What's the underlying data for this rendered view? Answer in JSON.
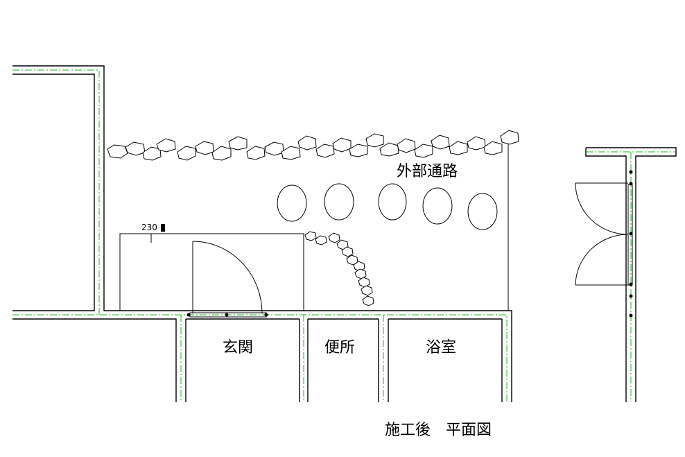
{
  "labels": {
    "outdoor_path": "外部通路",
    "entrance": "玄関",
    "toilet": "便所",
    "bathroom": "浴室",
    "title": "施工後　平面図",
    "step_height": "230"
  },
  "colors": {
    "wall": "#000000",
    "center_line": "#1db31d",
    "background": "#ffffff"
  }
}
